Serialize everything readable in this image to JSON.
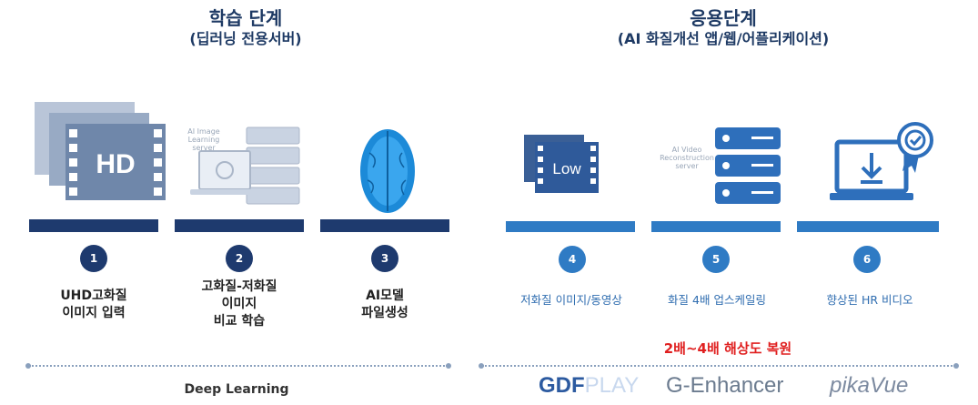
{
  "training": {
    "title": "학습 단계",
    "subtitle": "(딥러닝 전용서버)",
    "steps": [
      {
        "num": "1",
        "lines": [
          "UHD고화질",
          "이미지 입력"
        ]
      },
      {
        "num": "2",
        "lines": [
          "고화질-저화질",
          "이미지",
          "비교 학습"
        ]
      },
      {
        "num": "3",
        "lines": [
          "AI모델",
          "파일생성"
        ]
      }
    ],
    "hd_label": "HD",
    "server_label": [
      "AI Image",
      "Learning",
      "server"
    ],
    "footer": "Deep Learning"
  },
  "application": {
    "title": "응용단계",
    "subtitle": "(AI 화질개선 앱/웹/어플리케이션)",
    "steps": [
      {
        "num": "4",
        "label": "저화질 이미지/동영상"
      },
      {
        "num": "5",
        "label": "화질 4배 업스케일링"
      },
      {
        "num": "6",
        "label": "향상된 HR 비디오"
      }
    ],
    "low_label": "Low",
    "server_label": [
      "AI Video",
      "Reconstruction",
      "server"
    ],
    "highlight": "2배~4배 해상도 복원",
    "brands": {
      "gdf_main": "GDF",
      "gdf_play": "PLAY",
      "enhancer": "G-Enhancer",
      "pika": "pikaVue"
    }
  },
  "colors": {
    "dark_blue": "#1e3a6e",
    "light_blue": "#2f7bc4",
    "highlight_red": "#e02020"
  }
}
